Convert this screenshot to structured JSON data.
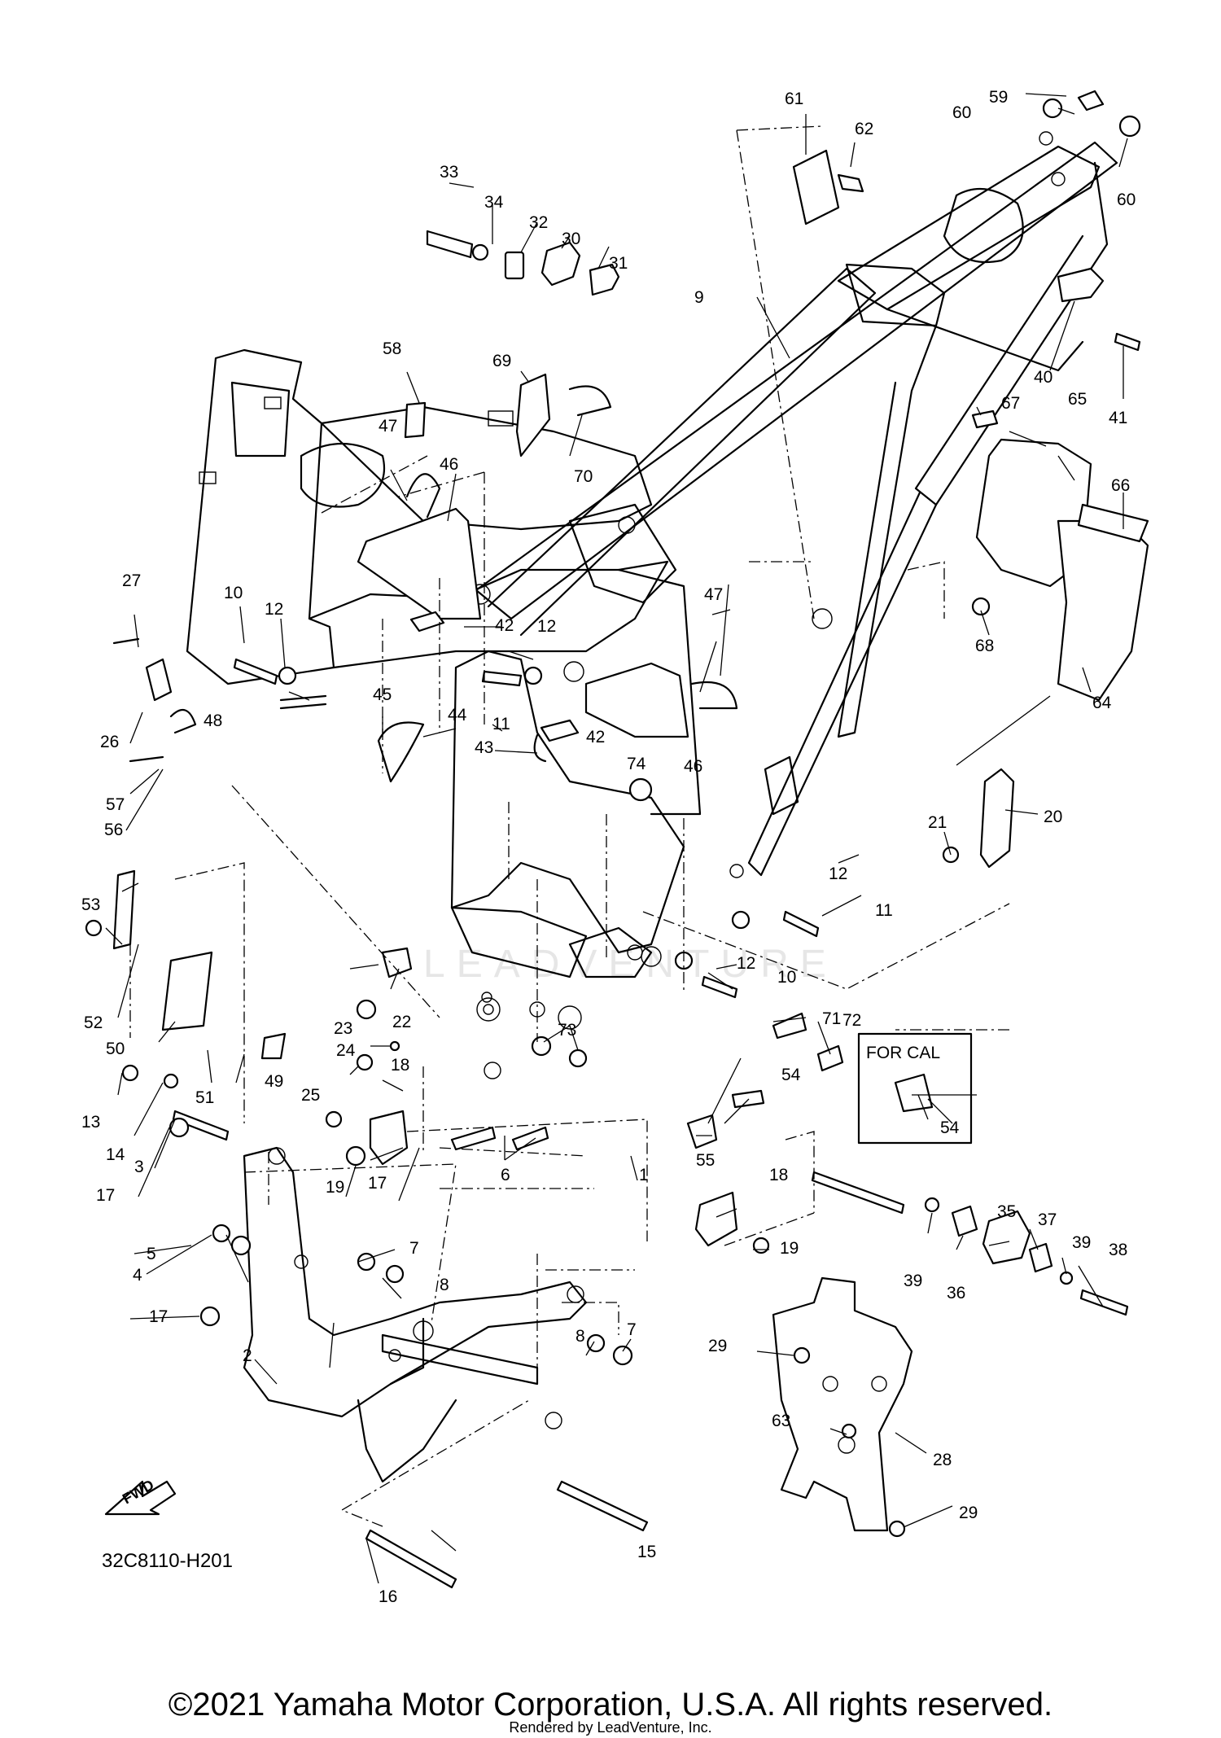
{
  "diagram": {
    "drawing_code": "32C8110-H201",
    "forward_label": "FWD",
    "variant_label": "FOR CAL",
    "watermark": "LEADVENTURE",
    "callouts": [
      "1",
      "2",
      "3",
      "4",
      "5",
      "6",
      "7",
      "8",
      "9",
      "10",
      "11",
      "12",
      "13",
      "14",
      "15",
      "16",
      "17",
      "18",
      "19",
      "20",
      "21",
      "22",
      "23",
      "24",
      "25",
      "26",
      "27",
      "28",
      "29",
      "30",
      "31",
      "32",
      "33",
      "34",
      "35",
      "36",
      "37",
      "38",
      "39",
      "40",
      "41",
      "42",
      "43",
      "44",
      "45",
      "46",
      "47",
      "48",
      "49",
      "50",
      "51",
      "52",
      "53",
      "54",
      "55",
      "56",
      "57",
      "58",
      "59",
      "60",
      "61",
      "62",
      "63",
      "64",
      "65",
      "66",
      "67",
      "68",
      "69",
      "70",
      "71",
      "72",
      "73",
      "74"
    ]
  },
  "footer": {
    "copyright": "©2021 Yamaha Motor Corporation, U.S.A. All rights reserved.",
    "rendered_by": "Rendered by LeadVenture, Inc."
  }
}
